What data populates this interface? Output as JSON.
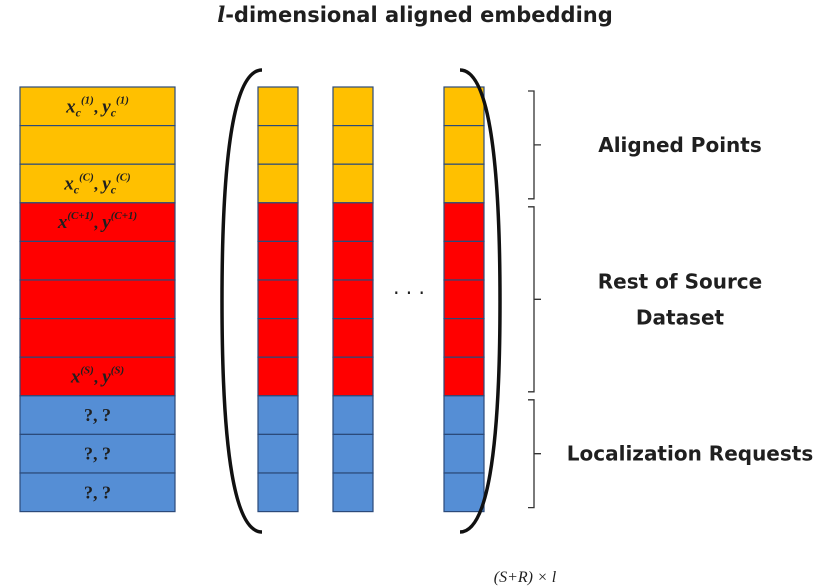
{
  "title": {
    "var": "l",
    "text": "-dimensional aligned embedding"
  },
  "colors": {
    "aligned": "#ffc000",
    "source": "#ff0000",
    "request": "#558ed5",
    "border": "#2b4a7a",
    "text": "#1f1f1f"
  },
  "rows": [
    {
      "group": "aligned",
      "label": "xc(1), yc(1)"
    },
    {
      "group": "aligned",
      "label": ""
    },
    {
      "group": "aligned",
      "label": "xc(C), yc(C)"
    },
    {
      "group": "source",
      "label": "x(C+1), y(C+1)"
    },
    {
      "group": "source",
      "label": ""
    },
    {
      "group": "source",
      "label": ""
    },
    {
      "group": "source",
      "label": ""
    },
    {
      "group": "source",
      "label": "x(S), y(S)"
    },
    {
      "group": "request",
      "label": "?, ?"
    },
    {
      "group": "request",
      "label": "?, ?"
    },
    {
      "group": "request",
      "label": "?, ?"
    }
  ],
  "groups": [
    {
      "key": "aligned",
      "lines": [
        "Aligned Points"
      ]
    },
    {
      "key": "source",
      "lines": [
        "Rest of Source",
        "Dataset"
      ]
    },
    {
      "key": "request",
      "lines": [
        "Localization Requests"
      ]
    }
  ],
  "ellipsis": "· · ·",
  "matrix_size": "(S+R) × l"
}
